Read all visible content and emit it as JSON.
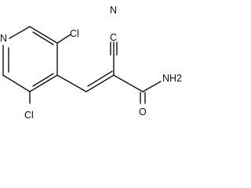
{
  "molecule": {
    "atoms": {
      "ring_nitrogen": "N",
      "nitrile_carbon": "C",
      "nitrile_nitrogen": "N",
      "chlorine_upper": "Cl",
      "chlorine_lower": "Cl",
      "amide_oxygen": "O",
      "amide_amine": "NH2"
    }
  }
}
